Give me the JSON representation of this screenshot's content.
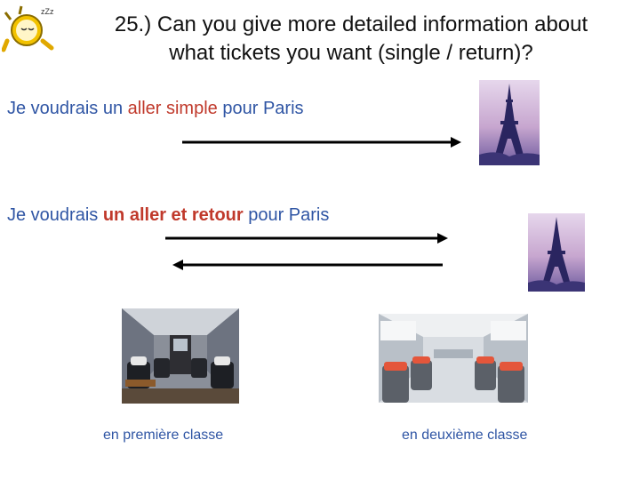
{
  "title": {
    "line1": "25.) Can you give more detailed information about",
    "line2": "what tickets you want (single / return)?"
  },
  "single": {
    "prefix": "Je voudrais un ",
    "highlight": "aller simple",
    "suffix": " pour Paris"
  },
  "return": {
    "prefix": "Je voudrais ",
    "highlight": "un aller et retour",
    "suffix": " pour Paris"
  },
  "captions": {
    "first_class": "en première classe",
    "second_class": "en deuxième classe"
  },
  "colors": {
    "text_blue": "#2f55a4",
    "highlight_red": "#c0392b",
    "arrow": "#000000"
  },
  "icons": {
    "logo": "sleepy-alarm-clock-mascot",
    "destination": "eiffel-tower-image",
    "first_class_image": "train-first-class-interior",
    "second_class_image": "train-second-class-interior"
  }
}
